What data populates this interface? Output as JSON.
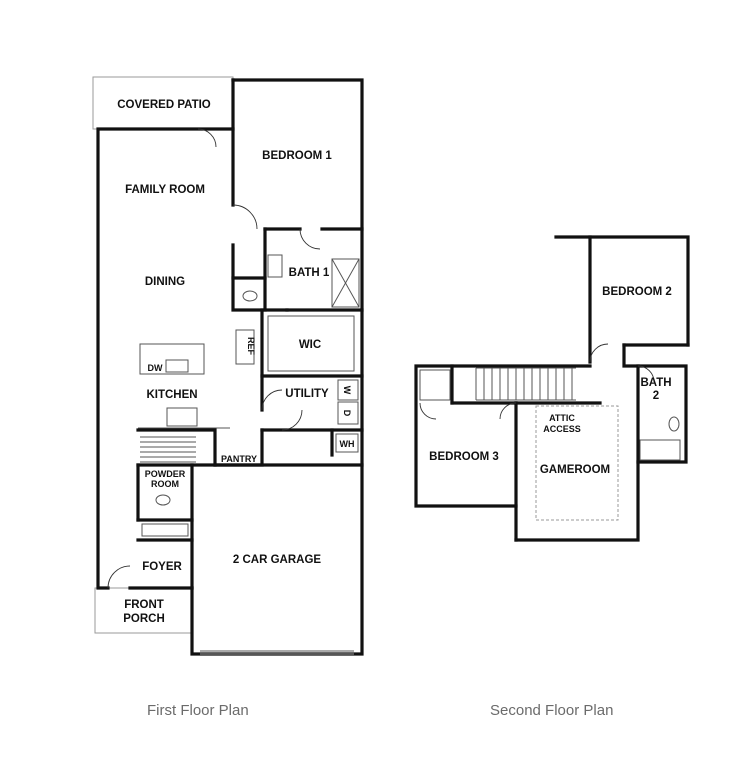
{
  "first_floor": {
    "title": "First Floor Plan",
    "rooms": {
      "covered_patio": "COVERED PATIO",
      "bedroom_1": "BEDROOM 1",
      "family_room": "FAMILY ROOM",
      "dining": "DINING",
      "bath_1": "BATH 1",
      "ref": "REF",
      "wic": "WIC",
      "dw": "DW",
      "kitchen": "KITCHEN",
      "utility": "UTILITY",
      "w": "W",
      "d": "D",
      "wh": "WH",
      "pantry": "PANTRY",
      "powder_line1": "POWDER",
      "powder_line2": "ROOM",
      "garage": "2 CAR GARAGE",
      "foyer": "FOYER",
      "porch_line1": "FRONT",
      "porch_line2": "PORCH"
    }
  },
  "second_floor": {
    "title": "Second Floor Plan",
    "rooms": {
      "bedroom_2": "BEDROOM 2",
      "bath_2_line1": "BATH",
      "bath_2_line2": "2",
      "attic_line1": "ATTIC",
      "attic_line2": "ACCESS",
      "bedroom_3": "BEDROOM 3",
      "gameroom": "GAMEROOM"
    }
  }
}
